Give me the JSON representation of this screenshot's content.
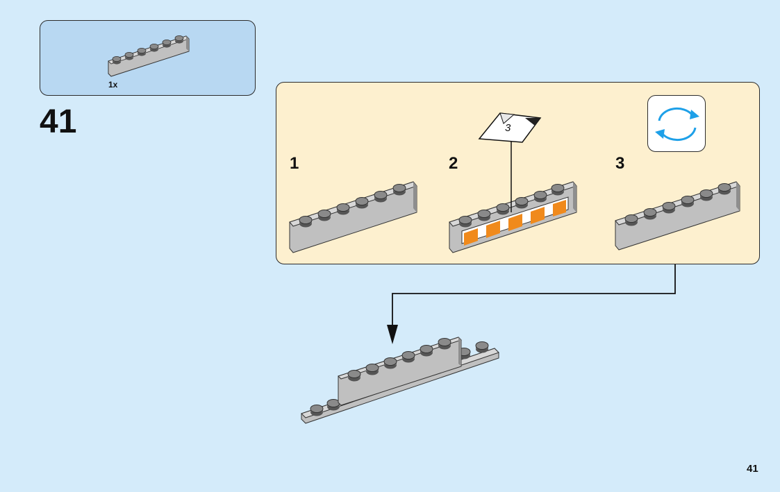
{
  "parts": {
    "quantity_label": "1x"
  },
  "step": {
    "number": "41"
  },
  "substeps": [
    {
      "label": "1"
    },
    {
      "label": "2"
    },
    {
      "label": "3"
    }
  ],
  "sticker": {
    "label": "3"
  },
  "icons": {
    "rotate": "rotate-model-icon",
    "arrow": "down-arrow-icon"
  },
  "colors": {
    "background": "#d4ebfa",
    "parts_box": "#b8d8f2",
    "callout_box": "#fdf0cf",
    "brick_light": "#c0c0c0",
    "brick_dark": "#8e8e8e",
    "stud": "#6e6e6e",
    "rotate_arrows": "#1ea0e8",
    "sticker_orange": "#f08a1c"
  },
  "page": {
    "number": "41"
  }
}
